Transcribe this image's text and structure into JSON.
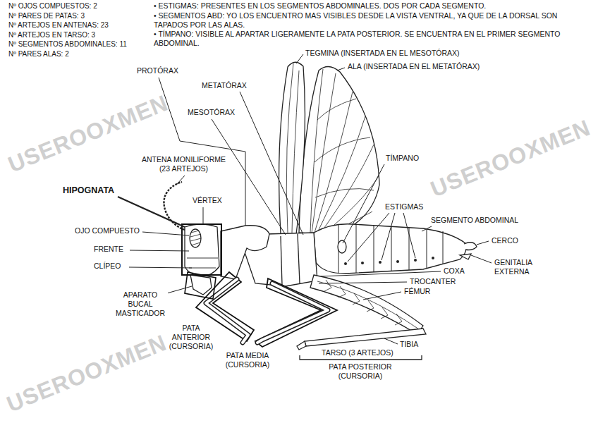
{
  "diagram": {
    "labels": [
      "Nº OJOS COMPUESTOS: 2",
      "Nº PARES DE PATAS: 3",
      "Nº ARTEJOS EN ANTENAS: 23",
      "Nº ARTEJOS EN TARSO: 3",
      "Nº SEGMENTOS ABDOMINALES: 11",
      "Nº PARES ALAS: 2",
      "• ESTIGMAS: PRESENTES EN LOS SEGMENTOS ABDOMINALES. DOS POR CADA SEGMENTO.",
      "• SEGMENTOS ABD: YO LOS ENCUENTRO MAS VISIBLES DESDE LA VISTA VENTRAL, YA QUE DE LA DORSAL SON TAPADOS POR LAS ALAS.",
      "• TÍMPANO: VISIBLE AL APARTAR LIGERAMENTE LA PATA POSTERIOR. SE ENCUENTRA EN EL PRIMER SEGMENTO ABDOMINAL.",
      "TEGMINA (INSERTADA EN EL MESOTÓRAX)",
      "ALA (INSERTADA EN EL METATÓRAX)",
      "PROTÓRAX",
      "METATÓRAX",
      "MESOTÓRAX",
      "TÍMPANO",
      "ANTENA MONILIFORME (23 ARTEJOS)",
      "VÉRTEX",
      "HIPOGNATA",
      "OJO COMPUESTO",
      "FRENTE",
      "CLÍPEO",
      "ESTIGMAS",
      "SEGMENTO ABDOMINAL",
      "CERCO",
      "GENITALIA EXTERNA",
      "COXA",
      "TROCANTER",
      "FÉMUR",
      "APARATO BUCAL MASTICADOR",
      "PATA ANTERIOR (CURSORIA)",
      "PATA MEDIA (CURSORIA)",
      "TIBIA",
      "TARSO (3 ARTEJOS)",
      "PATA POSTERIOR (CURSORIA)",
      "USEROOXMEN",
      "USEROOXMEN",
      "USEROOXMEN"
    ]
  }
}
